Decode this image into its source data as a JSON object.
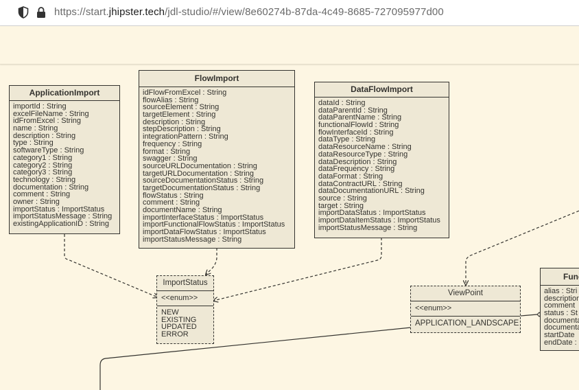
{
  "browser": {
    "url_prefix": "https://start.",
    "url_domain": "jhipster.tech",
    "url_path": "/jdl-studio/#/view/8e60274b-87da-4c49-8685-727095977d00"
  },
  "entities": {
    "application_import": {
      "title": "ApplicationImport",
      "fields": [
        "importId : String",
        "excelFileName : String",
        "idFromExcel : String",
        "name : String",
        "description : String",
        "type : String",
        "softwareType : String",
        "category1 : String",
        "category2 : String",
        "category3 : String",
        "technology : String",
        "documentation : String",
        "comment : String",
        "owner : String",
        "importStatus : ImportStatus",
        "importStatusMessage : String",
        "existingApplicationID : String"
      ]
    },
    "flow_import": {
      "title": "FlowImport",
      "fields": [
        "idFlowFromExcel : String",
        "flowAlias : String",
        "sourceElement : String",
        "targetElement : String",
        "description : String",
        "stepDescription : String",
        "integrationPattern : String",
        "frequency : String",
        "format : String",
        "swagger : String",
        "sourceURLDocumentation : String",
        "targetURLDocumentation : String",
        "sourceDocumentationStatus : String",
        "targetDocumentationStatus : String",
        "flowStatus : String",
        "comment : String",
        "documentName : String",
        "importInterfaceStatus : ImportStatus",
        "importFunctionalFlowStatus : ImportStatus",
        "importDataFlowStatus : ImportStatus",
        "importStatusMessage : String"
      ]
    },
    "data_flow_import": {
      "title": "DataFlowImport",
      "fields": [
        "dataId : String",
        "dataParentId : String",
        "dataParentName : String",
        "functionalFlowId : String",
        "flowInterfaceId : String",
        "dataType : String",
        "dataResourceName : String",
        "dataResourceType : String",
        "dataDescription : String",
        "dataFrequency : String",
        "dataFormat : String",
        "dataContractURL : String",
        "dataDocumentationURL : String",
        "source : String",
        "target : String",
        "importDataStatus : ImportStatus",
        "importDataItemStatus : ImportStatus",
        "importStatusMessage : String"
      ]
    },
    "functional_flow_partial": {
      "title": "Func",
      "fields": [
        "alias : Stri",
        "description",
        "comment",
        "status : St",
        "documenta",
        "documenta",
        "startDate",
        "endDate :"
      ]
    }
  },
  "enums": {
    "import_status": {
      "title": "ImportStatus",
      "stereotype": "<<enum>>",
      "values": [
        "NEW",
        "EXISTING",
        "UPDATED",
        "ERROR"
      ]
    },
    "view_point": {
      "title": "ViewPoint",
      "stereotype": "<<enum>>",
      "values": [
        "APPLICATION_LANDSCAPE"
      ]
    }
  },
  "colors": {
    "background": "#fdf6e3",
    "box_fill": "#eee8d5",
    "line": "#33322e"
  }
}
